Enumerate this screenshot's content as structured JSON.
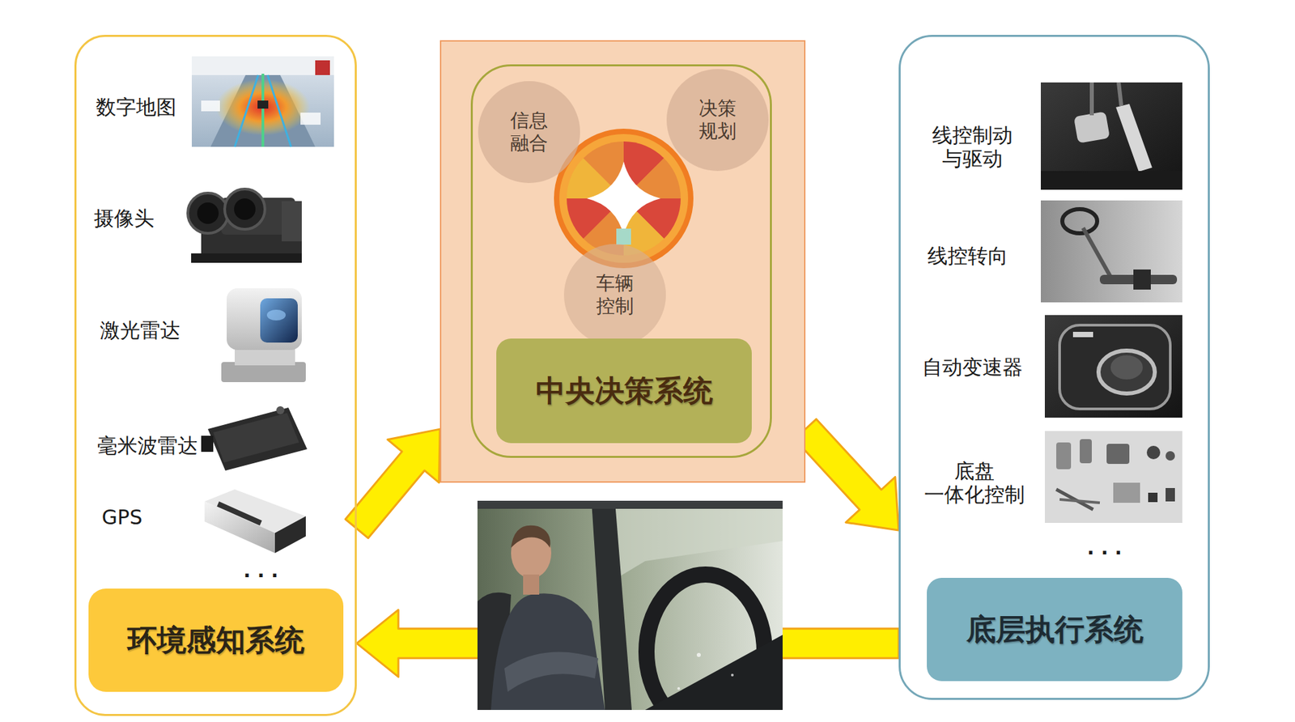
{
  "diagram": {
    "nodes": [
      {
        "text": [
          "数字地图",
          "摄像头",
          "激光雷达",
          "毫米波雷达",
          "GPS",
          "..."
        ]
      },
      {
        "text": [
          "环境感知系统"
        ],
        "in": 0
      },
      {
        "text": []
      },
      {
        "text": [
          "信息 融合"
        ],
        "in": 2
      },
      {
        "text": [
          "决策 规划"
        ],
        "in": 2
      },
      {
        "text": [
          "车辆 控制"
        ],
        "in": 2
      },
      {
        "text": [
          "中央决策系统"
        ],
        "in": 2
      },
      {
        "text": [
          "线控制动 与驱动",
          "线控转向",
          "自动变速器",
          "底盘 一体化控制",
          "..."
        ]
      },
      {
        "text": [
          "底层执行系统"
        ],
        "in": 7
      }
    ],
    "edges": [
      {
        "from": 0,
        "to": 2,
        "arrow": "to"
      },
      {
        "from": 2,
        "to": 7,
        "arrow": "to"
      },
      {
        "from": 7,
        "to": 0,
        "arrow": "to"
      }
    ]
  }
}
